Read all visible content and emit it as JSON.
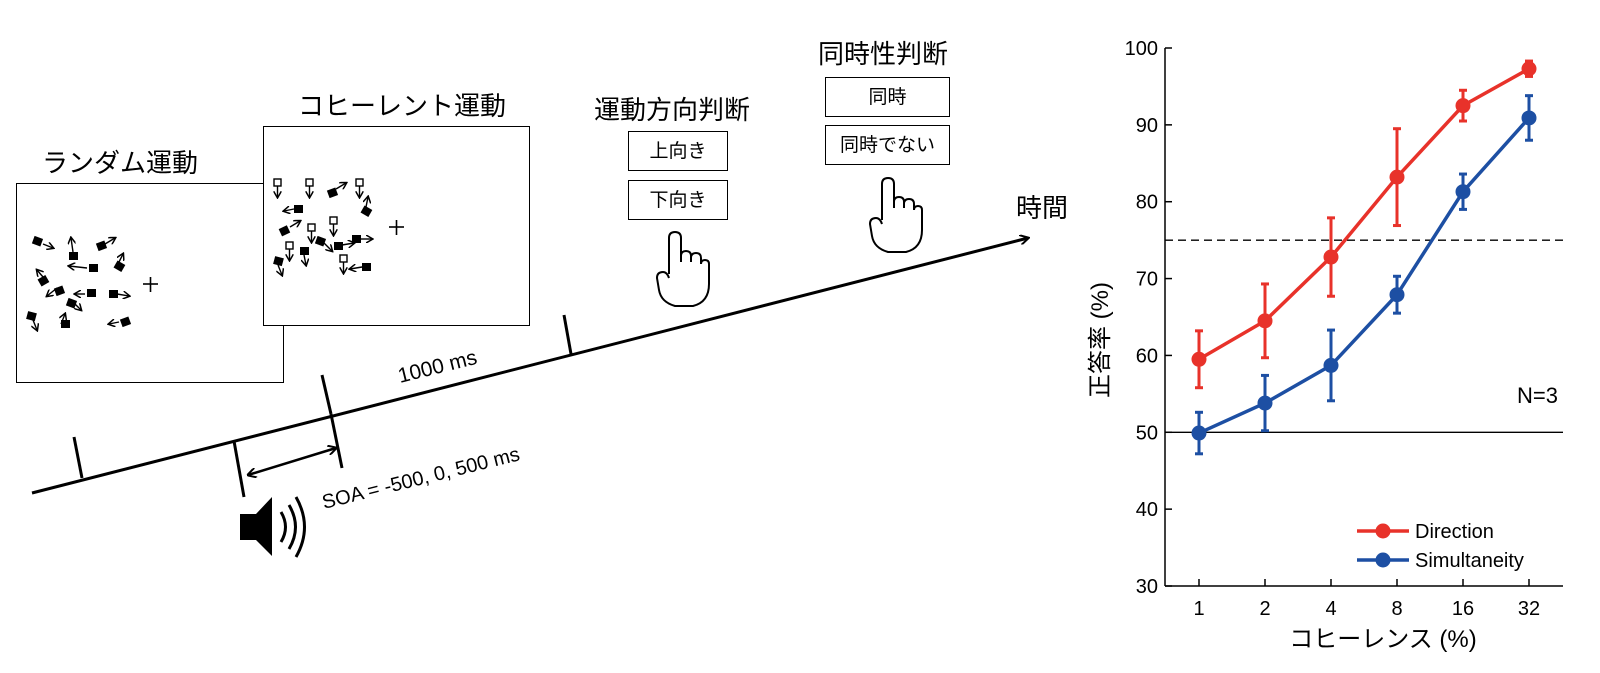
{
  "diagram": {
    "stage_random": "ランダム運動",
    "stage_coherent": "コヒーレント運動",
    "stage_direction": "運動方向判断",
    "stage_simultaneity": "同時性判断",
    "direction_options": [
      "上向き",
      "下向き"
    ],
    "simultaneity_options": [
      "同時",
      "同時でない"
    ],
    "time_label": "時間",
    "duration_label": "1000 ms",
    "soa_label": "SOA = -500, 0, 500 ms",
    "icons": [
      "speaker-icon",
      "pointing-hand-icon",
      "pointing-hand-icon",
      "fixation-cross-icon"
    ]
  },
  "chart_data": {
    "type": "line",
    "categories": [
      "1",
      "2",
      "4",
      "8",
      "16",
      "32"
    ],
    "series": [
      {
        "name": "Direction",
        "color": "#e8322a",
        "values": [
          59.5,
          64.5,
          72.8,
          83.2,
          92.5,
          97.3
        ],
        "errors": [
          3.7,
          4.8,
          5.1,
          6.3,
          2.0,
          1.0
        ]
      },
      {
        "name": "Simultaneity",
        "color": "#1d4fa3",
        "values": [
          49.9,
          53.8,
          58.7,
          67.9,
          81.3,
          90.9
        ],
        "errors": [
          2.7,
          3.6,
          4.6,
          2.4,
          2.3,
          2.9
        ]
      }
    ],
    "xlabel": "コヒーレンス (%)",
    "ylabel": "正答率 (%)",
    "ylim": [
      30,
      100
    ],
    "yticks": [
      30,
      40,
      50,
      60,
      70,
      80,
      90,
      100
    ],
    "reference_lines": [
      {
        "y": 75,
        "style": "dashed"
      },
      {
        "y": 50,
        "style": "solid"
      }
    ],
    "annotation": "N=3",
    "legend_position": "bottom-right",
    "grid": false
  }
}
